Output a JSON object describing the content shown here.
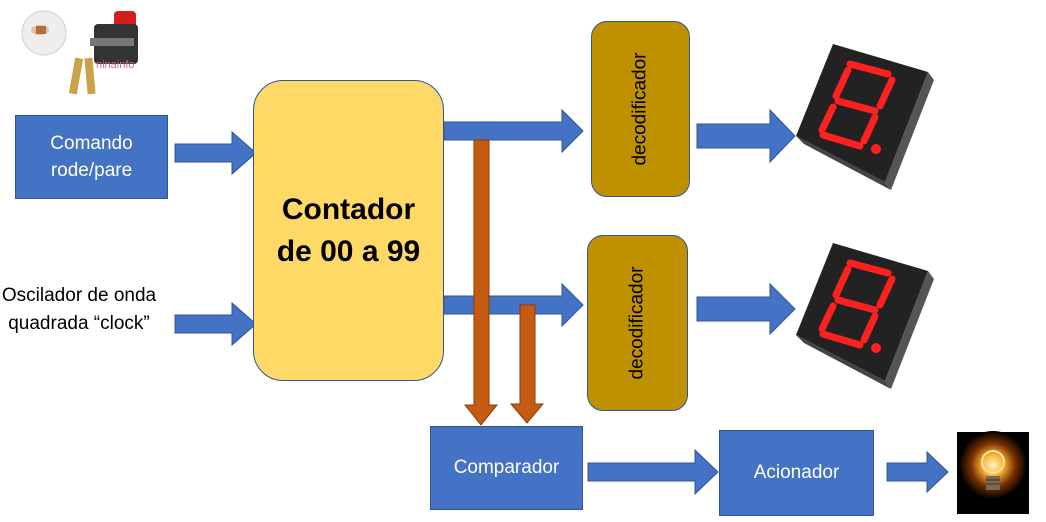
{
  "blocks": {
    "comando": "Comando rode/pare",
    "oscilador": "Oscilador de onda quadrada “clock”",
    "contador_l1": "Contador",
    "contador_l2": "de 00 a 99",
    "decodificador_1": "decodificador",
    "decodificador_2": "decodificador",
    "comparador": "Comparador",
    "acionador": "Acionador"
  },
  "watermark": "ninainfo",
  "colors": {
    "blue_block": "#4472c4",
    "counter_fill": "#ffd966",
    "decoder_fill": "#bf9000",
    "orange_arrow": "#c55a11",
    "segment_on": "#ff2020"
  },
  "icons": [
    "push-button-photo",
    "seven-segment-display",
    "light-bulb-photo"
  ]
}
